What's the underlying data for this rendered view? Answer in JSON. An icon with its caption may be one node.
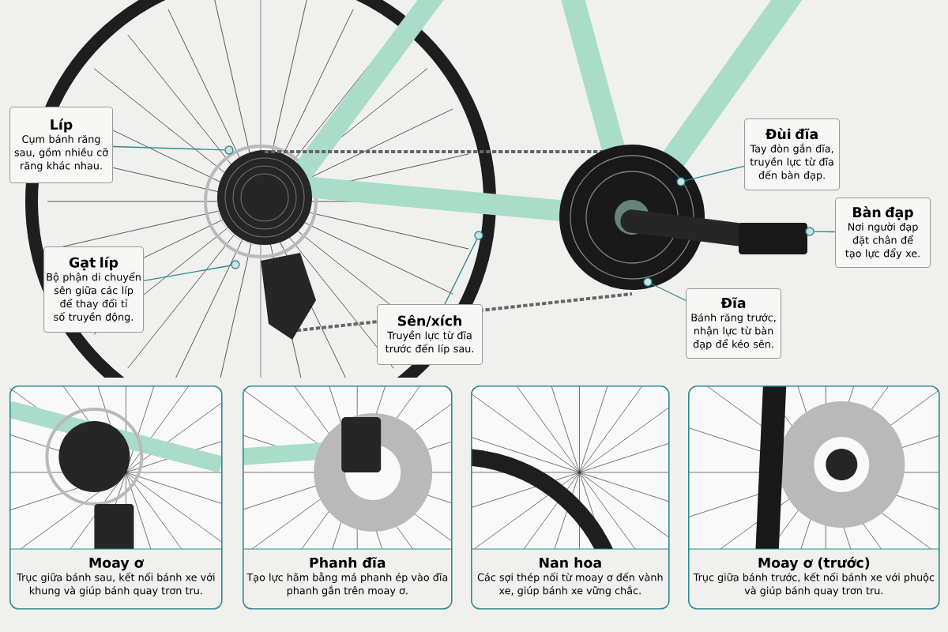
{
  "diagram": {
    "nodes": [
      {
        "text": [
          "Líp",
          "Cụm bánh răng sau, gồm nhiều cỡ răng khác nhau."
        ]
      },
      {
        "text": [
          "Gạt líp",
          "Bộ phận di chuyển sên giữa các  líp để thay đổi tỉ số truyền động."
        ]
      },
      {
        "text": [
          "Sên/xích",
          "Truyền lực từ đĩa trước đến líp sau."
        ]
      },
      {
        "text": [
          "Đĩa",
          "Bánh răng trước, nhận lực từ bàn đạp để kéo sên."
        ]
      },
      {
        "text": [
          "Đùi đĩa",
          "Tay đòn gắn đĩa, truyền lực từ đĩa đến bàn đạp."
        ]
      },
      {
        "text": [
          "Bàn đạp",
          "Nơi người đạp đặt chân để tạo lực đẩy xe."
        ]
      },
      {
        "text": [],
        "shape": "circle"
      },
      {
        "text": [],
        "shape": "circle"
      },
      {
        "text": [],
        "shape": "circle"
      },
      {
        "text": [],
        "shape": "circle"
      },
      {
        "text": [],
        "shape": "circle"
      },
      {
        "text": [],
        "shape": "circle"
      },
      {
        "text": [
          "Moay ơ",
          "Trục giữa bánh sau, kết nối bánh xe với khung và giúp bánh quay trơn tru."
        ]
      },
      {
        "text": [
          "Phanh đĩa",
          "Tạo lực hãm bằng má phanh ép vào đĩa phanh gắn trên moay ơ."
        ]
      },
      {
        "text": [
          "Nan hoa",
          "Các sợi thép nối từ moay ơ đến vành xe, giúp bánh xe vững chắc."
        ]
      },
      {
        "text": [
          "Moay ơ (trước)",
          "Trục giữa bánh trước, kết nối bánh xe với phuộc và giúp bánh quay trơn tru."
        ]
      }
    ],
    "edges": [
      {
        "from": 0,
        "to": 6,
        "arrow": "none"
      },
      {
        "from": 1,
        "to": 7,
        "arrow": "none"
      },
      {
        "from": 2,
        "to": 8,
        "arrow": "none"
      },
      {
        "from": 3,
        "to": 9,
        "arrow": "none"
      },
      {
        "from": 4,
        "to": 10,
        "arrow": "none"
      },
      {
        "from": 5,
        "to": 11,
        "arrow": "none"
      }
    ]
  }
}
